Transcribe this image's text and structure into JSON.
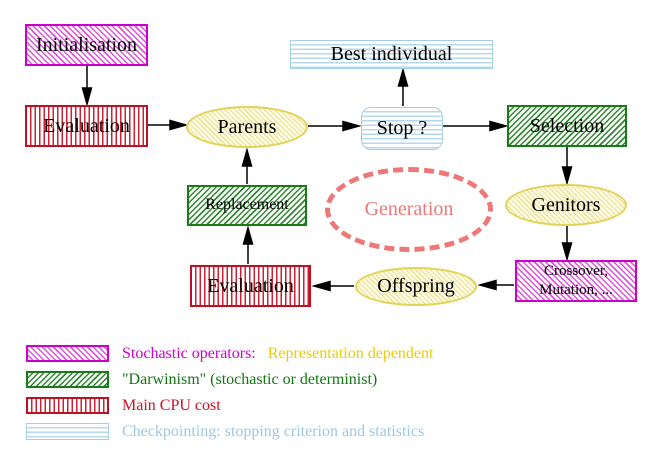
{
  "diagram": {
    "nodes": {
      "initialisation": "Initialisation",
      "evaluation_top": "Evaluation",
      "parents": "Parents",
      "best_individual": "Best individual",
      "stop": "Stop ?",
      "selection": "Selection",
      "replacement": "Replacement",
      "generation": "Generation",
      "genitors": "Genitors",
      "offspring": "Offspring",
      "evaluation_bottom": "Evaluation",
      "crossover_line1": "Crossover,",
      "crossover_line2": "Mutation, ..."
    }
  },
  "legend": {
    "items": [
      {
        "swatch": "magenta-diagonal-hatch",
        "label": "Stochastic operators:",
        "label_color": "#cc00cc",
        "label2": "Representation dependent",
        "label2_color": "#eecc00"
      },
      {
        "swatch": "green-diagonal-hatch",
        "label": "\"Darwinism\" (stochastic or determinist)",
        "label_color": "#117711"
      },
      {
        "swatch": "red-vertical-stripes",
        "label": "Main CPU cost",
        "label_color": "#cc1122"
      },
      {
        "swatch": "cyan-horizontal-stripes",
        "label": "Checkpointing: stopping criterion and statistics",
        "label_color": "#9cc8e4"
      }
    ]
  },
  "colors": {
    "stochastic_magenta": "#cc00cc",
    "darwinism_green": "#1a7a1a",
    "cpu_red": "#bb1122",
    "checkpoint_cyan": "#a5cede",
    "population_yellow_border": "#e3d258",
    "generation_salmon": "#ee7878",
    "arrow_black": "#000000",
    "background": "#ffffff"
  }
}
